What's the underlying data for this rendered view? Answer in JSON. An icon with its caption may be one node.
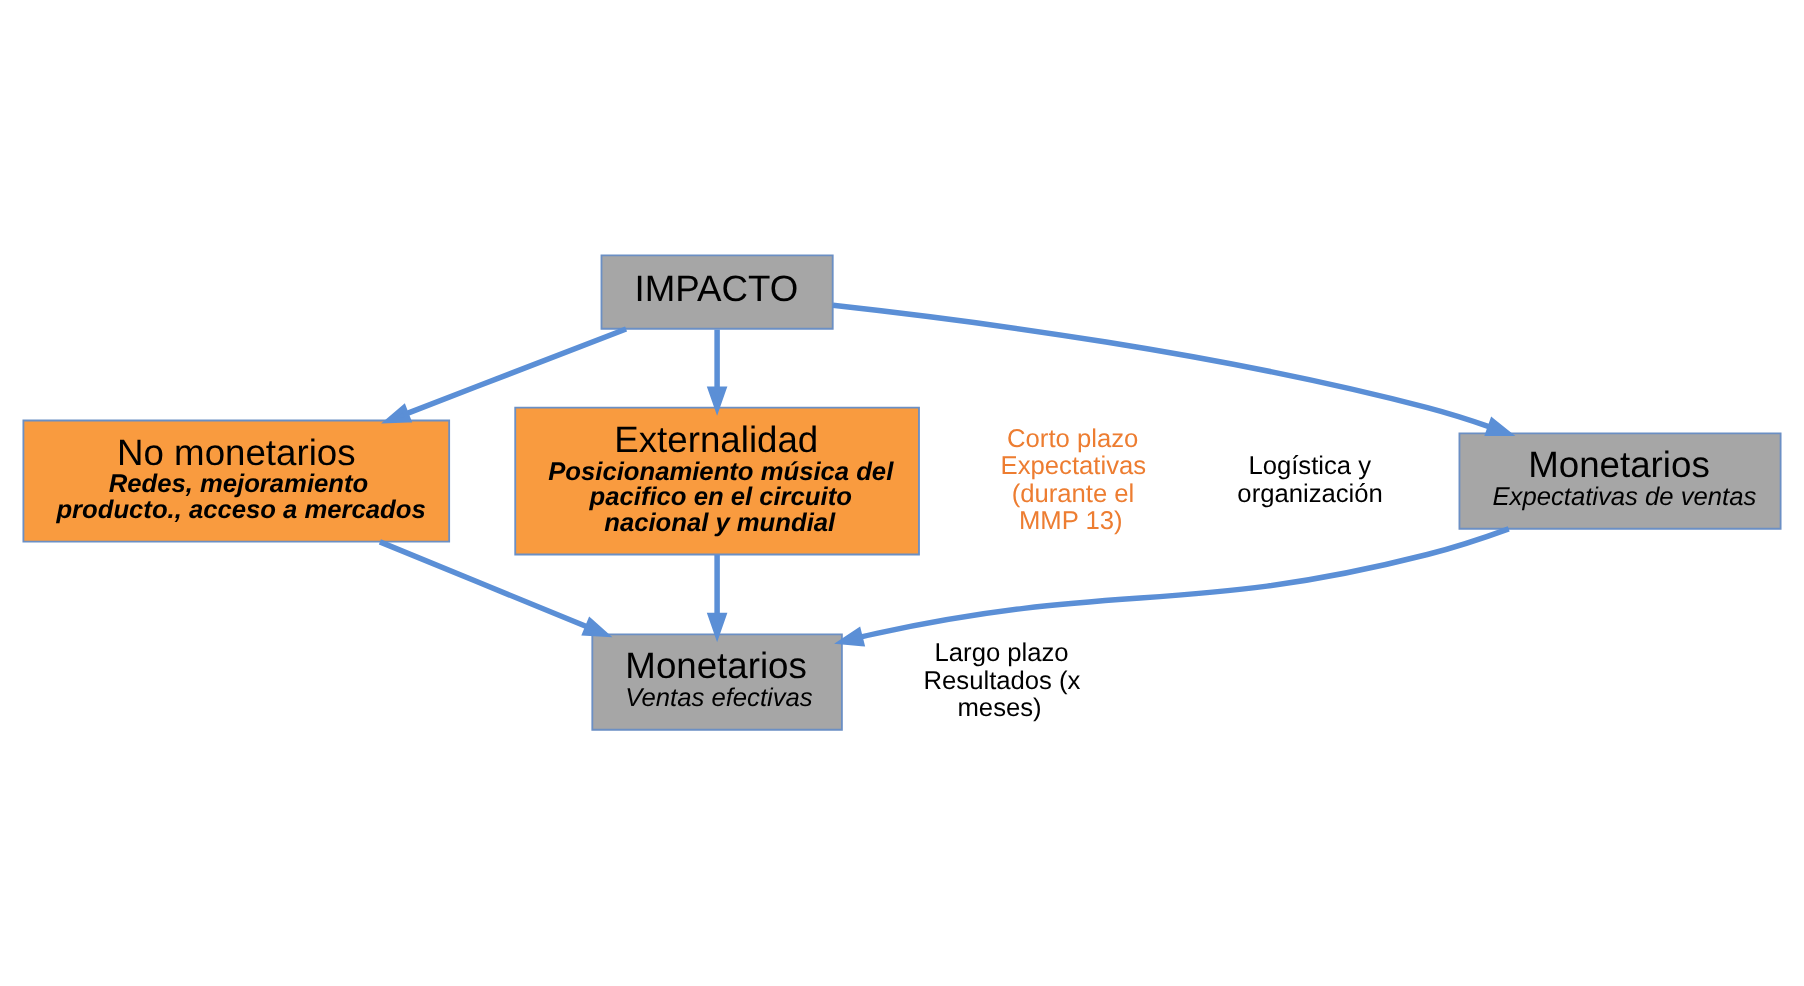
{
  "diagram": {
    "nodes": [
      {
        "text": [
          "IMPACTO"
        ]
      },
      {
        "text": [
          "Monetarios",
          "Expectativas de ventas"
        ]
      },
      {
        "text": [
          "No monetarios",
          "Redes, mejoramiento producto., acceso a mercados"
        ]
      },
      {
        "text": [
          "Externalidad",
          "Posicionamiento música del pacifico en el circuito nacional y mundial"
        ]
      },
      {
        "text": [
          "Monetarios",
          "Ventas efectivas"
        ]
      }
    ],
    "edges": [
      {
        "from": 0,
        "to": 1,
        "arrow": "to"
      },
      {
        "from": 0,
        "to": 2,
        "arrow": "to"
      },
      {
        "from": 0,
        "to": 3,
        "arrow": "to"
      },
      {
        "from": 1,
        "to": 4,
        "arrow": "to"
      },
      {
        "from": 2,
        "to": 4,
        "arrow": "to"
      },
      {
        "from": 3,
        "to": 4,
        "arrow": "to"
      }
    ],
    "labels": [
      "Logística y organización",
      "Corto plazo Expectativas (durante el MMP 13)",
      "Largo plazo Resultados (x meses)"
    ]
  }
}
